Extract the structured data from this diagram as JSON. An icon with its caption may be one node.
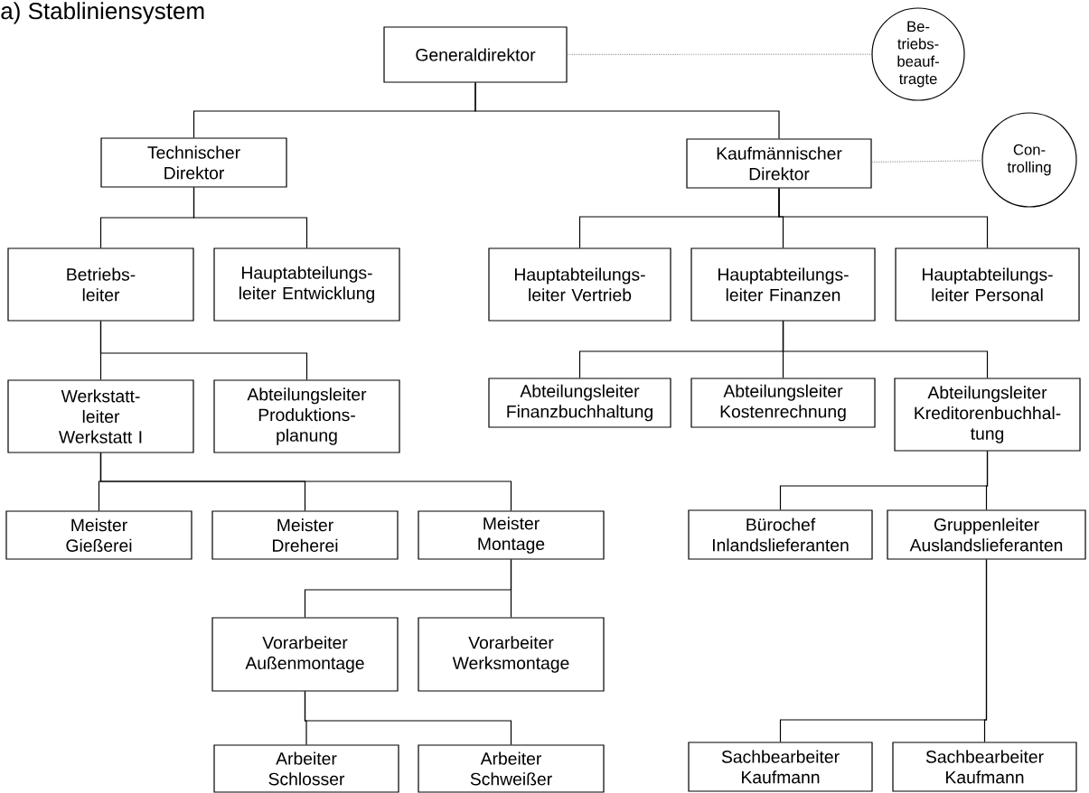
{
  "diagram": {
    "title": "a) Stabliniensystem",
    "nodes": [
      {
        "text": [
          "Generaldirektor"
        ]
      },
      {
        "text": [
          "Be- triebs- beauf- tragte"
        ]
      },
      {
        "text": [
          "Technischer Direktor"
        ]
      },
      {
        "text": [
          "Kaufmännischer Direktor"
        ]
      },
      {
        "text": [
          "Con- trolling"
        ]
      },
      {
        "text": [
          "Betriebs- leiter"
        ]
      },
      {
        "text": [
          "Hauptabteilungs- leiter Entwicklung"
        ]
      },
      {
        "text": [
          "Hauptabteilungs- leiter Vertrieb"
        ]
      },
      {
        "text": [
          "Hauptabteilungs- leiter Finanzen"
        ]
      },
      {
        "text": [
          "Hauptabteilungs- leiter Personal"
        ]
      },
      {
        "text": [
          "Werkstatt- leiter Werkstatt I"
        ]
      },
      {
        "text": [
          "Abteilungsleiter Produktions- planung"
        ]
      },
      {
        "text": [
          "Abteilungsleiter Finanzbuchhaltung"
        ]
      },
      {
        "text": [
          "Abteilungsleiter Kostenrechnung"
        ]
      },
      {
        "text": [
          "Abteilungsleiter Kreditorenbuchhal- tung"
        ]
      },
      {
        "text": [
          "Meister Gießerei"
        ]
      },
      {
        "text": [
          "Meister Dreherei"
        ]
      },
      {
        "text": [
          "Meister Montage"
        ]
      },
      {
        "text": [
          "Bürochef Inlandslieferanten"
        ]
      },
      {
        "text": [
          "Gruppenleiter Auslandslieferanten"
        ]
      },
      {
        "text": [
          "Vorarbeiter Außenmontage"
        ]
      },
      {
        "text": [
          "Vorarbeiter Werksmontage"
        ]
      },
      {
        "text": [
          "Arbeiter Schlosser"
        ]
      },
      {
        "text": [
          "Arbeiter Schweißer"
        ]
      },
      {
        "text": [
          "Sachbearbeiter Kaufmann"
        ]
      },
      {
        "text": [
          "Sachbearbeiter Kaufmann"
        ]
      }
    ],
    "edges": [
      {
        "from": 0,
        "to": 1,
        "arrow": "none",
        "style": "dashed",
        "color": "#999999"
      },
      {
        "from": 0,
        "to": 2,
        "arrow": "none"
      },
      {
        "from": 0,
        "to": 3,
        "arrow": "none"
      },
      {
        "from": 3,
        "to": 4,
        "arrow": "none",
        "style": "dashed",
        "color": "#999999"
      },
      {
        "from": 2,
        "to": 5,
        "arrow": "none"
      },
      {
        "from": 2,
        "to": 6,
        "arrow": "none"
      },
      {
        "from": 3,
        "to": 7,
        "arrow": "none"
      },
      {
        "from": 3,
        "to": 8,
        "arrow": "none"
      },
      {
        "from": 3,
        "to": 9,
        "arrow": "none"
      },
      {
        "from": 5,
        "to": 10,
        "arrow": "none"
      },
      {
        "from": 5,
        "to": 11,
        "arrow": "none"
      },
      {
        "from": 8,
        "to": 12,
        "arrow": "none"
      },
      {
        "from": 8,
        "to": 13,
        "arrow": "none"
      },
      {
        "from": 8,
        "to": 14,
        "arrow": "none"
      },
      {
        "from": 10,
        "to": 15,
        "arrow": "none"
      },
      {
        "from": 10,
        "to": 16,
        "arrow": "none"
      },
      {
        "from": 10,
        "to": 17,
        "arrow": "none"
      },
      {
        "from": 14,
        "to": 18,
        "arrow": "none"
      },
      {
        "from": 14,
        "to": 19,
        "arrow": "none"
      },
      {
        "from": 17,
        "to": 20,
        "arrow": "none"
      },
      {
        "from": 17,
        "to": 21,
        "arrow": "none"
      },
      {
        "from": 20,
        "to": 22,
        "arrow": "none"
      },
      {
        "from": 20,
        "to": 23,
        "arrow": "none"
      },
      {
        "from": 19,
        "to": 24,
        "arrow": "none"
      },
      {
        "from": 19,
        "to": 25,
        "arrow": "none"
      }
    ]
  }
}
